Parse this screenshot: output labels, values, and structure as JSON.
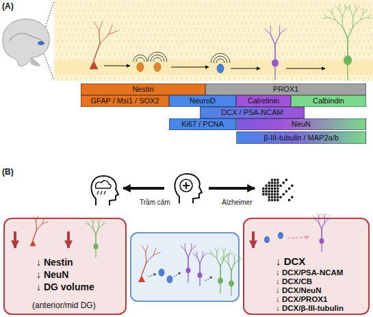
{
  "diagram": {
    "nodes": [
      {
        "text": [
          "Nestin"
        ]
      },
      {
        "text": [
          "PROX1"
        ]
      },
      {
        "text": [
          "GFAP / Msi1 / SOX2"
        ]
      },
      {
        "text": [
          "NeuroD"
        ]
      },
      {
        "text": [
          "Calretinin"
        ]
      },
      {
        "text": [
          "Calbindin"
        ]
      },
      {
        "text": [
          "DCX / PSA-NCAM"
        ]
      },
      {
        "text": [
          "Ki67 / PCNA"
        ]
      },
      {
        "text": [
          "NeuN"
        ]
      },
      {
        "text": [
          "β-III-tubulin / MAP2a/b"
        ]
      },
      {
        "text": [
          "↓ Nestin",
          "↓ NeuN",
          "↓ DG volume",
          "(anterior/mid DG)"
        ]
      },
      {
        "text": [
          "↓ DCX",
          "↓ DCX/PSA-NCAM",
          "↓ DCX/CB",
          "↓ DCX/NeuN",
          "↓ DCX/PROX1",
          "↓ DCX/β-III-tubulin"
        ]
      }
    ],
    "labels": [
      "(A)",
      "(B)",
      "Trầm cảm",
      "Alzheimer"
    ]
  }
}
